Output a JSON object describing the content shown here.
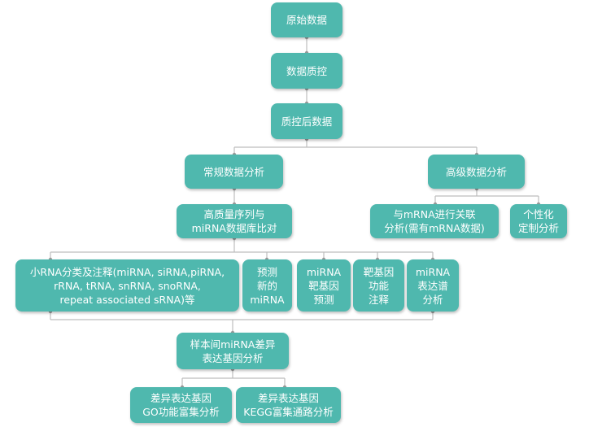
{
  "flowchart": {
    "nodes": {
      "raw_data": "原始数据",
      "qc": "数据质控",
      "post_qc": "质控后数据",
      "routine": "常规数据分析",
      "advanced": "高级数据分析",
      "hq_seq": "高质量序列与\nmiRNA数据库比对",
      "mrna_assoc": "与mRNA进行关联\n分析(需有mRNA数据)",
      "personalized": "个性化\n定制分析",
      "smallrna": "小RNA分类及注释(miRNA, siRNA,piRNA,\nrRNA, tRNA, snRNA, snoRNA,\nrepeat associated sRNA)等",
      "predict": "预测\n新的\nmiRNA",
      "target": "miRNA\n靶基因\n预测",
      "target_anno": "靶基因\n功能\n注释",
      "expr": "miRNA\n表达谱\n分析",
      "diff": "样本间miRNA差异\n表达基因分析",
      "go": "差异表达基因\nGO功能富集分析",
      "kegg": "差异表达基因\nKEGG富集通路分析"
    }
  }
}
